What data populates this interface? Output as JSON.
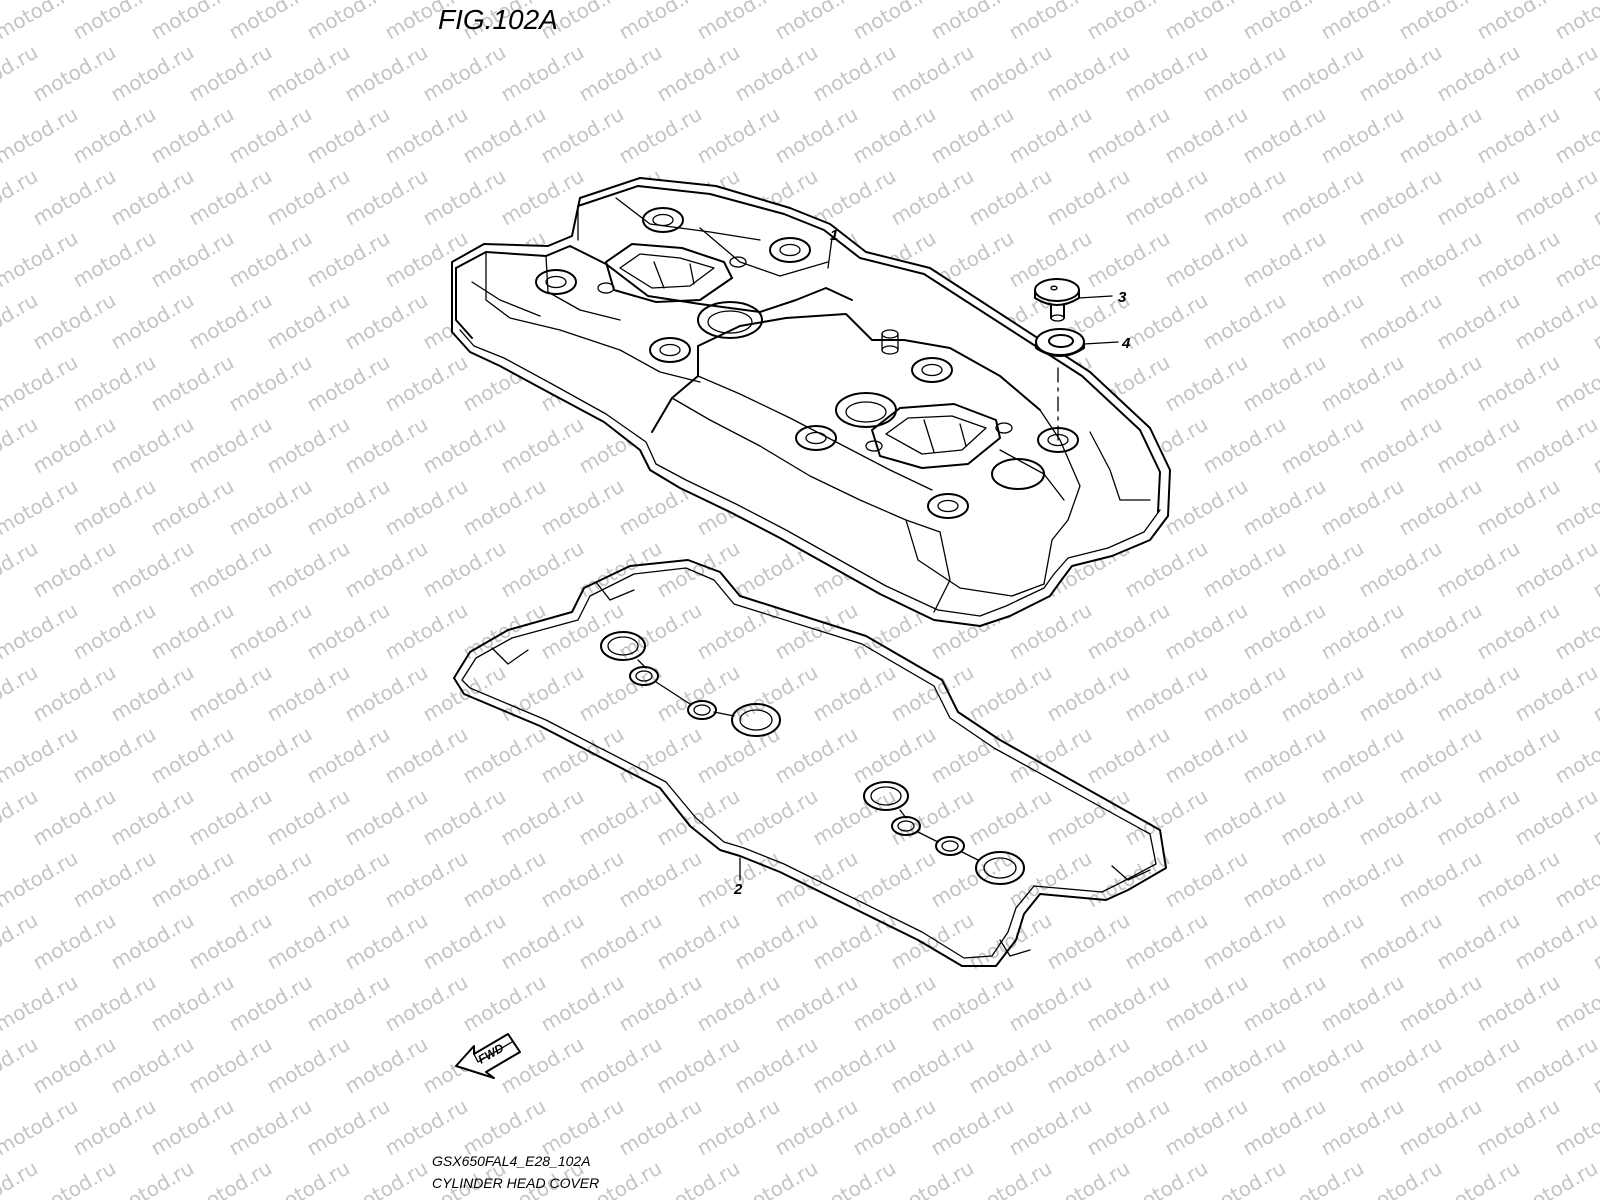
{
  "figure": {
    "title": "FIG.102A"
  },
  "callouts": [
    {
      "number": "1",
      "part": "cylinder-head-cover"
    },
    {
      "number": "2",
      "part": "gasket"
    },
    {
      "number": "3",
      "part": "bolt"
    },
    {
      "number": "4",
      "part": "washer"
    }
  ],
  "direction_marker": {
    "label": "FWD",
    "icon": "forward-arrow-icon"
  },
  "footer": {
    "code": "GSX650FAL4_E28_102A",
    "caption": "CYLINDER HEAD COVER"
  },
  "watermark": {
    "text": "motod.ru",
    "color": "#c4c4c4"
  },
  "colors": {
    "background": "#ffffff",
    "line": "#000000"
  }
}
